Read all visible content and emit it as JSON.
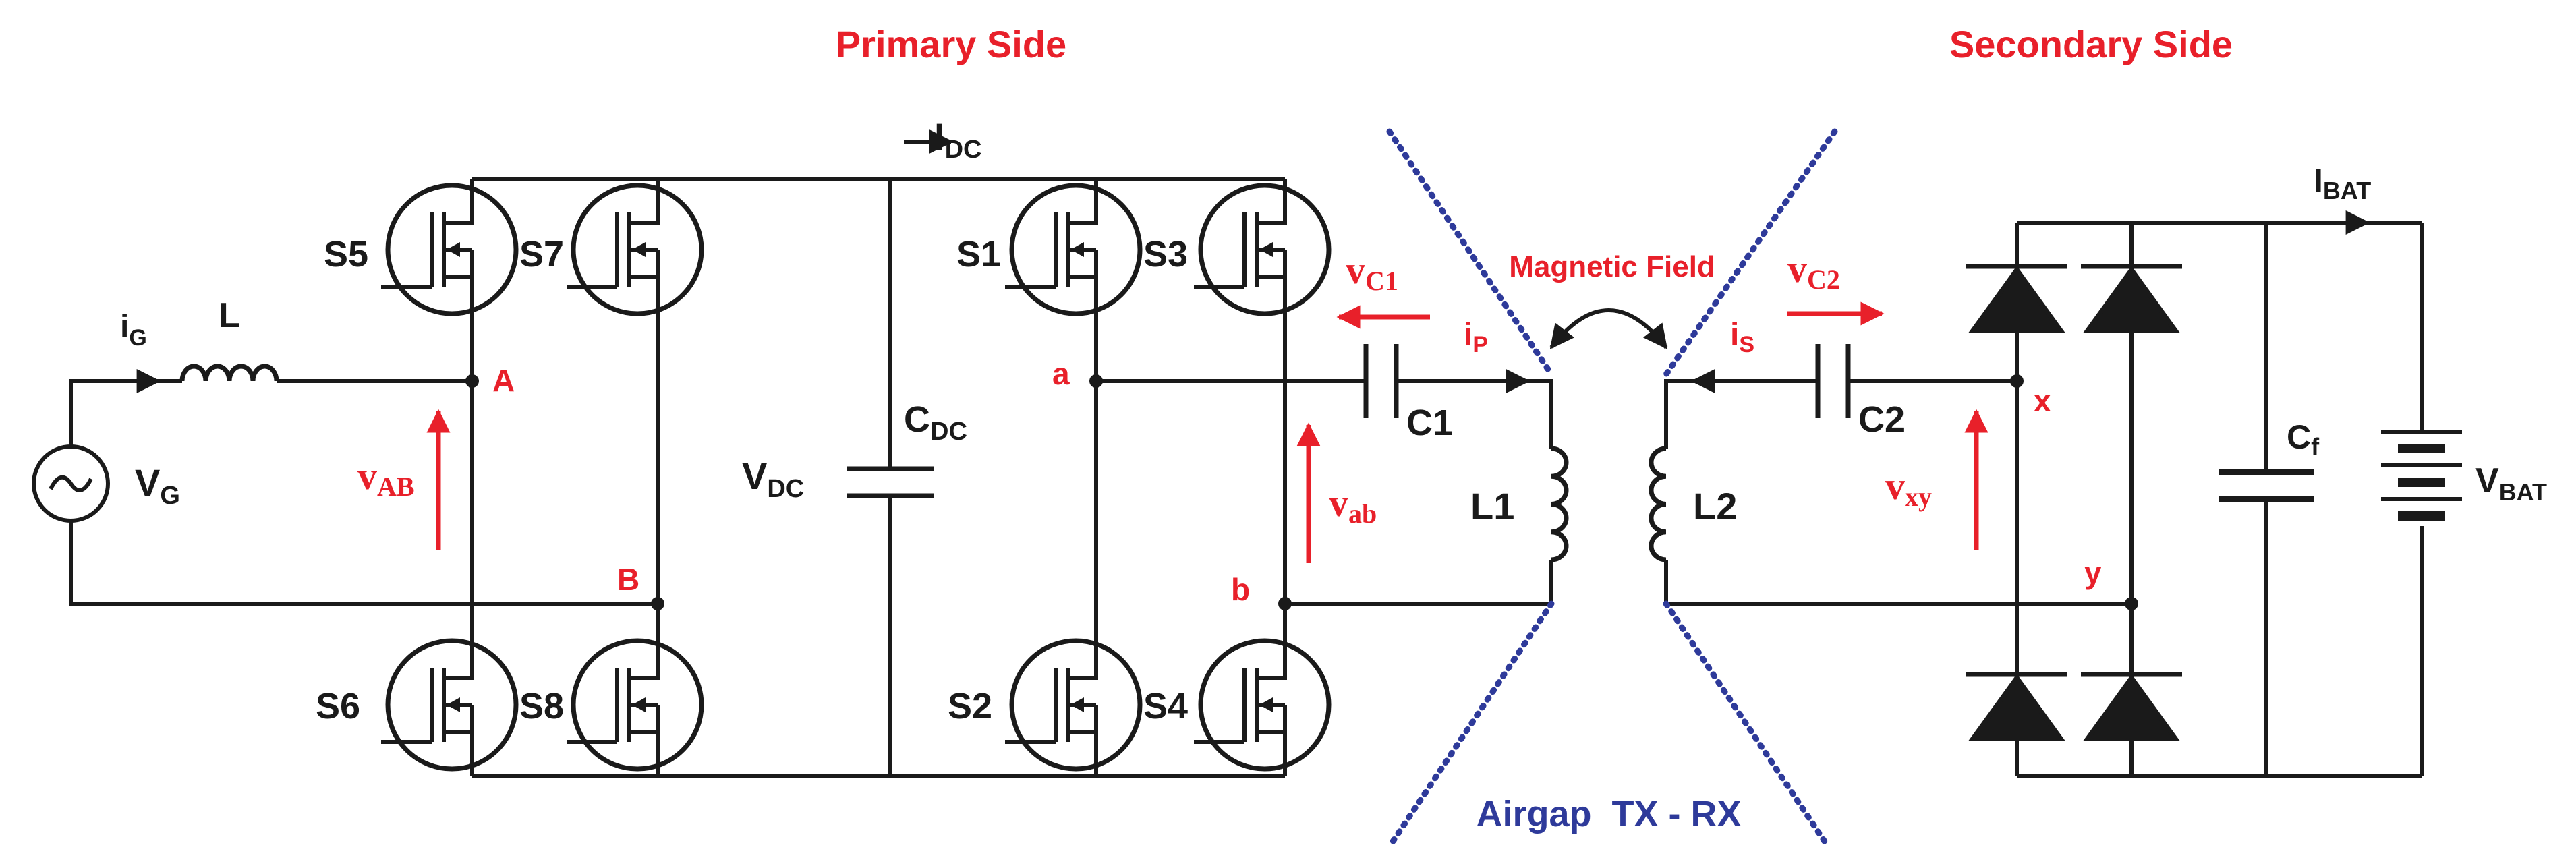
{
  "colors": {
    "wire": "#1a1a1a",
    "annotation": "#e8202a",
    "airgap": "#2e3a9a"
  },
  "headings": {
    "primary": "Primary Side",
    "secondary": "Secondary Side"
  },
  "labels": {
    "airgap": "Airgap  TX - RX",
    "magnetic_field": "Magnetic Field"
  },
  "source": {
    "name": "V",
    "sub": "G"
  },
  "input_current": {
    "name": "i",
    "sub": "G"
  },
  "inductor": {
    "name": "L"
  },
  "switches": {
    "s1": "S1",
    "s2": "S2",
    "s3": "S3",
    "s4": "S4",
    "s5": "S5",
    "s6": "S6",
    "s7": "S7",
    "s8": "S8"
  },
  "nodes": {
    "A": "A",
    "B": "B",
    "a": "a",
    "b": "b",
    "x": "x",
    "y": "y"
  },
  "voltages": {
    "vAB": {
      "name": "v",
      "sub": "AB"
    },
    "vab": {
      "name": "v",
      "sub": "ab"
    },
    "vC1": {
      "name": "v",
      "sub": "C1"
    },
    "vC2": {
      "name": "v",
      "sub": "C2"
    },
    "vxy": {
      "name": "v",
      "sub": "xy"
    },
    "vDC": {
      "name": "V",
      "sub": "DC"
    },
    "vBAT": {
      "name": "V",
      "sub": "BAT"
    }
  },
  "currents": {
    "IDC": {
      "name": "I",
      "sub": "DC"
    },
    "iP": {
      "name": "i",
      "sub": "P"
    },
    "iS": {
      "name": "i",
      "sub": "S"
    },
    "IBAT": {
      "name": "I",
      "sub": "BAT"
    }
  },
  "components": {
    "CDC": {
      "name": "C",
      "sub": "DC"
    },
    "C1": "C1",
    "C2": "C2",
    "L1": "L1",
    "L2": "L2",
    "Cf": {
      "name": "C",
      "sub": "f"
    }
  }
}
